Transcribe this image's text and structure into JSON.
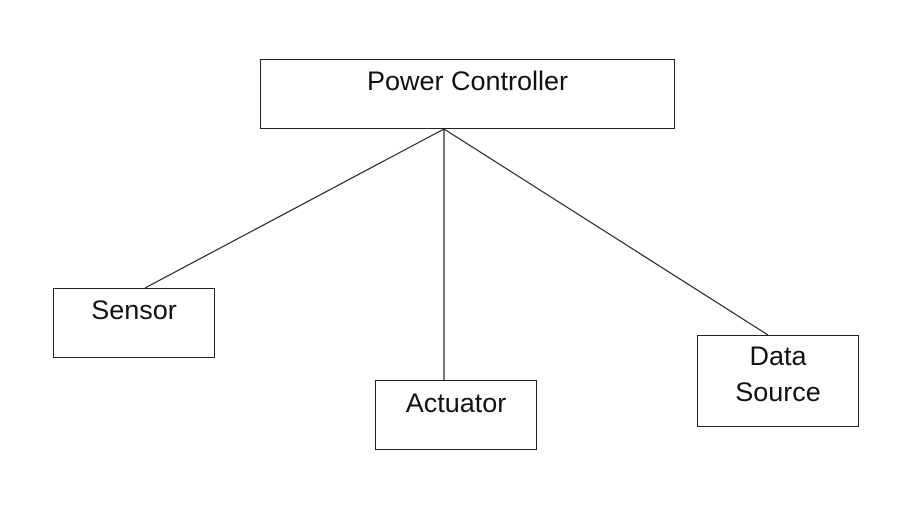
{
  "diagram": {
    "root": {
      "label": "Power Controller"
    },
    "children": [
      {
        "id": "sensor",
        "label": "Sensor"
      },
      {
        "id": "actuator",
        "label": "Actuator"
      },
      {
        "id": "data-source",
        "label_lines": [
          "Data",
          "Source"
        ]
      }
    ],
    "edges": [
      {
        "from": "Power Controller",
        "to": "Sensor"
      },
      {
        "from": "Power Controller",
        "to": "Actuator"
      },
      {
        "from": "Power Controller",
        "to": "Data Source"
      }
    ],
    "colors": {
      "stroke": "#222222",
      "background": "#ffffff",
      "text": "#111111"
    }
  }
}
